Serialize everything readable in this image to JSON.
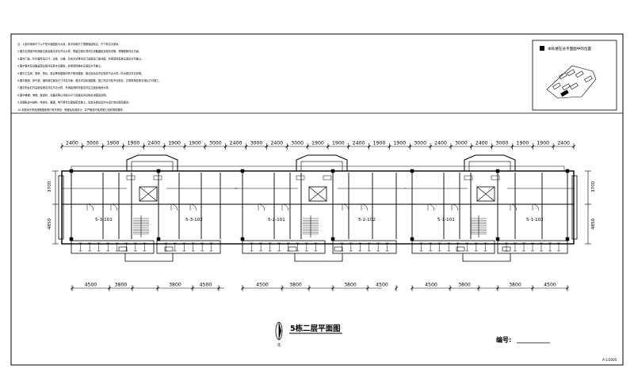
{
  "notes": [
    "注：1.图中墙体尺寸以户型平面图放大为准，其中标明尺寸按照轴线标注，尺寸单位为毫米。",
    "2.图中空调室外机搁板位置及做法详见节点大样，预留空调孔洞详见设备图纸及相关说明，预埋套管详见平面。",
    "3.图中门窗、栏杆编号及尺寸、位置、分格、开启方式等详见门窗表及门窗详图，并需现场复核无误后方可施工。",
    "4.图中管井及设备留洞位置详见各专业图纸，并需现场核实无误后方可施工。",
    "5.图中卫生间、厨房、阳台、露台等处楼面均低于相邻楼面，做法及标高详见相关节点大样，防水做法详见说明。",
    "6.图中烟道、排气道、通风道位置及尺寸详见平面，做法详见标准图集，施工时应与各专业配合，并需现场复核无误后方可施工。",
    "7.图中阳台栏杆高度及做法详见节点大样，外墙装饰构件做法详见立面及墙身大样。",
    "8.图中楼梯、电梯、管道井、设备间等公共部分尺寸及做法详见相关详图及说明。",
    "9.本图纸应与结构、给排水、暖通、电气等专业图纸配合施工，如有矛盾应及时与设计单位联系解决。",
    "10.本图未尽事宜按照国家现行有关规范、规程及标准执行，并严格遵守各项施工验收规范要求。"
  ],
  "key_plan": {
    "title": "本栋楼在总平面图中的位置"
  },
  "top_dims": [
    "2400",
    "3000",
    "1900",
    "1900",
    "2400",
    "1900",
    "1900",
    "3000",
    "2400",
    "3000",
    "2400",
    "3000",
    "1900",
    "1900",
    "2400",
    "1900",
    "1900",
    "3000",
    "2400",
    "3000",
    "2400",
    "3000",
    "1900",
    "1900",
    "2400"
  ],
  "bottom_dims": [
    "4500",
    "3800",
    "3800",
    "4500",
    "4500",
    "3800",
    "3800",
    "4500",
    "4500",
    "3800",
    "3800",
    "4500"
  ],
  "side_dims": {
    "left": [
      "3700",
      "4850"
    ],
    "right": [
      "3700",
      "4850"
    ]
  },
  "units": [
    "5-3-101",
    "5-3-102",
    "5-2-101",
    "5-2-102",
    "5-1-101",
    "5-1-102"
  ],
  "plan_title": "5栋二层平面图",
  "north_label": "北",
  "number_label": "编号:",
  "drawing_code": "A-1/2005"
}
